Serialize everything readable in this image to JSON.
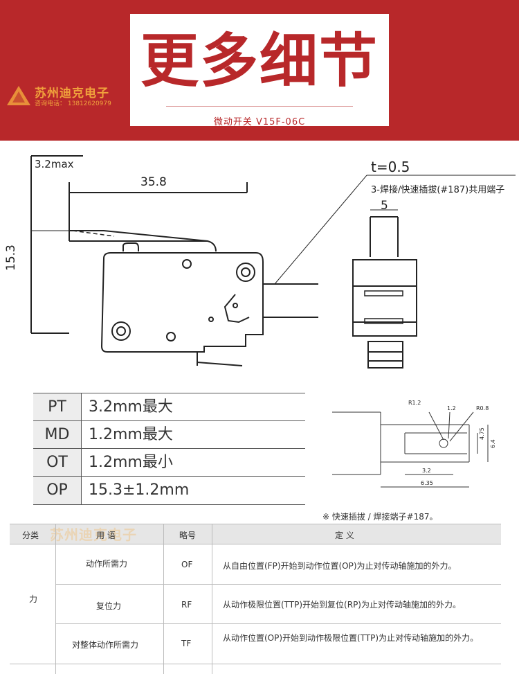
{
  "header": {
    "title": "更多细节",
    "subtitle": "微动开关  V15F-06C",
    "logo_name": "苏州迪克电子",
    "logo_tel": "咨询电话： 13812620979",
    "bg_color": "#b8282a"
  },
  "drawing": {
    "dim_max": "3.2max",
    "dim_length": "35.8",
    "dim_height": "15.3",
    "dim_thickness": "t=0.5",
    "terminal_label": "3-焊接/快速插拔(#187)共用端子",
    "dim_width": "5"
  },
  "specs": [
    {
      "key": "PT",
      "value": "3.2mm最大"
    },
    {
      "key": "MD",
      "value": "1.2mm最大"
    },
    {
      "key": "OT",
      "value": "1.2mm最小"
    },
    {
      "key": "OP",
      "value": "15.3±1.2mm"
    }
  ],
  "terminal_detail": {
    "r1": "R1.2",
    "w1": "1.2",
    "r2": "R0.8",
    "h1": "4.75",
    "h2": "6.4",
    "l1": "3.2",
    "l2": "6.35",
    "note": "※ 快速插拔 / 焊接端子#187。"
  },
  "definitions": {
    "headers": {
      "category": "分类",
      "term": "用  语",
      "symbol": "略号",
      "definition": "定        义"
    },
    "category": "力",
    "rows": [
      {
        "term": "动作所需力",
        "symbol": "OF",
        "definition": "从自由位置(FP)开始到动作位置(OP)为止对传动轴施加的外力。"
      },
      {
        "term": "复位力",
        "symbol": "RF",
        "definition": "从动作极限位置(TTP)开始到复位(RP)为止对传动轴施加的外力。"
      },
      {
        "term": "对整体动作所需力",
        "symbol": "TF",
        "definition": "从动作位置(OP)开始到动作极限位置(TTP)为止对传动轴施加的外力。"
      }
    ],
    "watermark": "苏州迪克电子"
  }
}
